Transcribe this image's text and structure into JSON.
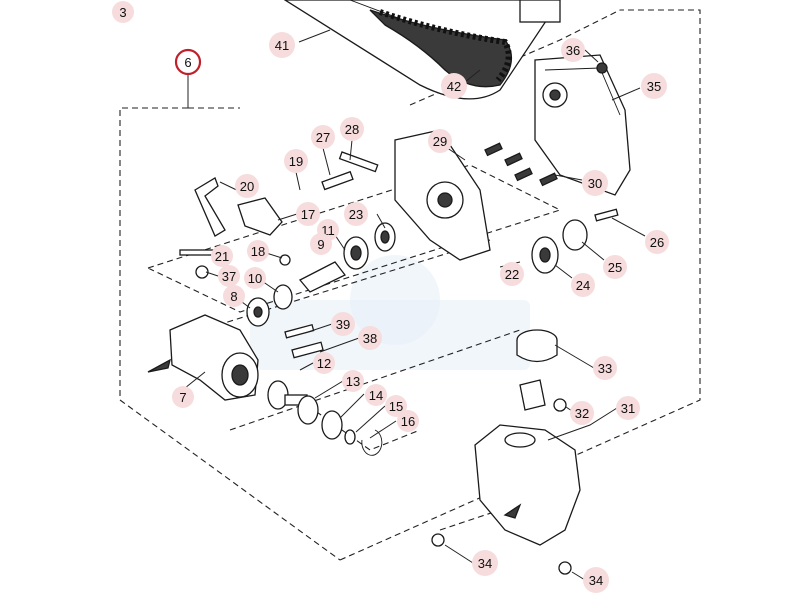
{
  "callouts": [
    {
      "id": "c3",
      "label": "3"
    },
    {
      "id": "c6",
      "label": "6",
      "selected": true
    },
    {
      "id": "c41",
      "label": "41"
    },
    {
      "id": "c42",
      "label": "42"
    },
    {
      "id": "c36",
      "label": "36"
    },
    {
      "id": "c35",
      "label": "35"
    },
    {
      "id": "c27",
      "label": "27"
    },
    {
      "id": "c28",
      "label": "28"
    },
    {
      "id": "c29",
      "label": "29"
    },
    {
      "id": "c30",
      "label": "30"
    },
    {
      "id": "c19",
      "label": "19"
    },
    {
      "id": "c20",
      "label": "20"
    },
    {
      "id": "c17",
      "label": "17"
    },
    {
      "id": "c23",
      "label": "23"
    },
    {
      "id": "c11",
      "label": "11"
    },
    {
      "id": "c9",
      "label": "9"
    },
    {
      "id": "c18",
      "label": "18"
    },
    {
      "id": "c21",
      "label": "21"
    },
    {
      "id": "c37",
      "label": "37"
    },
    {
      "id": "c10",
      "label": "10"
    },
    {
      "id": "c8",
      "label": "8"
    },
    {
      "id": "c26",
      "label": "26"
    },
    {
      "id": "c25",
      "label": "25"
    },
    {
      "id": "c24",
      "label": "24"
    },
    {
      "id": "c22",
      "label": "22"
    },
    {
      "id": "c39",
      "label": "39"
    },
    {
      "id": "c38",
      "label": "38"
    },
    {
      "id": "c12",
      "label": "12"
    },
    {
      "id": "c7",
      "label": "7"
    },
    {
      "id": "c13",
      "label": "13"
    },
    {
      "id": "c14",
      "label": "14"
    },
    {
      "id": "c15",
      "label": "15"
    },
    {
      "id": "c16",
      "label": "16"
    },
    {
      "id": "c33",
      "label": "33"
    },
    {
      "id": "c32",
      "label": "32"
    },
    {
      "id": "c31",
      "label": "31"
    },
    {
      "id": "c34a",
      "label": "34"
    },
    {
      "id": "c34b",
      "label": "34"
    }
  ],
  "colors": {
    "bubble": "#f6dcdc",
    "selected_ring": "#c0202a",
    "line": "#1a1a1a"
  }
}
